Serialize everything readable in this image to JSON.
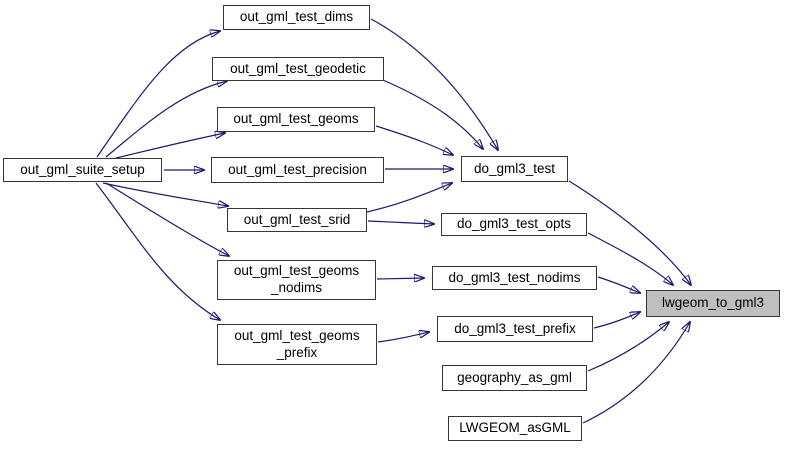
{
  "diagram": {
    "kind": "call-graph",
    "colors": {
      "edge": "#191970",
      "node_border": "#363636",
      "node_fill": "#ffffff",
      "highlight_fill": "#bfbfbf",
      "text": "#000000",
      "background": "#ffffff"
    },
    "nodes": {
      "setup": {
        "label": "out_gml_suite_setup"
      },
      "dims": {
        "label": "out_gml_test_dims"
      },
      "geodetic": {
        "label": "out_gml_test_geodetic"
      },
      "geoms": {
        "label": "out_gml_test_geoms"
      },
      "precision": {
        "label": "out_gml_test_precision"
      },
      "srid": {
        "label": "out_gml_test_srid"
      },
      "geoms_nodims": {
        "label": "out_gml_test_geoms_nodims",
        "line1": "out_gml_test_geoms",
        "line2": "_nodims"
      },
      "geoms_prefix": {
        "label": "out_gml_test_geoms_prefix",
        "line1": "out_gml_test_geoms",
        "line2": "_prefix"
      },
      "do_test": {
        "label": "do_gml3_test"
      },
      "do_opts": {
        "label": "do_gml3_test_opts"
      },
      "do_nodims": {
        "label": "do_gml3_test_nodims"
      },
      "do_prefix": {
        "label": "do_gml3_test_prefix"
      },
      "geography": {
        "label": "geography_as_gml"
      },
      "lwgeom_asgml": {
        "label": "LWGEOM_asGML"
      },
      "target": {
        "label": "lwgeom_to_gml3",
        "highlighted": true
      }
    },
    "edges": [
      {
        "from": "out_gml_suite_setup",
        "to": "out_gml_test_dims"
      },
      {
        "from": "out_gml_suite_setup",
        "to": "out_gml_test_geodetic"
      },
      {
        "from": "out_gml_suite_setup",
        "to": "out_gml_test_geoms"
      },
      {
        "from": "out_gml_suite_setup",
        "to": "out_gml_test_precision"
      },
      {
        "from": "out_gml_suite_setup",
        "to": "out_gml_test_srid"
      },
      {
        "from": "out_gml_suite_setup",
        "to": "out_gml_test_geoms_nodims"
      },
      {
        "from": "out_gml_suite_setup",
        "to": "out_gml_test_geoms_prefix"
      },
      {
        "from": "out_gml_test_dims",
        "to": "do_gml3_test"
      },
      {
        "from": "out_gml_test_geodetic",
        "to": "do_gml3_test"
      },
      {
        "from": "out_gml_test_geoms",
        "to": "do_gml3_test"
      },
      {
        "from": "out_gml_test_precision",
        "to": "do_gml3_test"
      },
      {
        "from": "out_gml_test_srid",
        "to": "do_gml3_test"
      },
      {
        "from": "out_gml_test_srid",
        "to": "do_gml3_test_opts"
      },
      {
        "from": "out_gml_test_geoms_nodims",
        "to": "do_gml3_test_nodims"
      },
      {
        "from": "out_gml_test_geoms_prefix",
        "to": "do_gml3_test_prefix"
      },
      {
        "from": "do_gml3_test",
        "to": "lwgeom_to_gml3"
      },
      {
        "from": "do_gml3_test_opts",
        "to": "lwgeom_to_gml3"
      },
      {
        "from": "do_gml3_test_nodims",
        "to": "lwgeom_to_gml3"
      },
      {
        "from": "do_gml3_test_prefix",
        "to": "lwgeom_to_gml3"
      },
      {
        "from": "geography_as_gml",
        "to": "lwgeom_to_gml3"
      },
      {
        "from": "LWGEOM_asGML",
        "to": "lwgeom_to_gml3"
      }
    ]
  }
}
